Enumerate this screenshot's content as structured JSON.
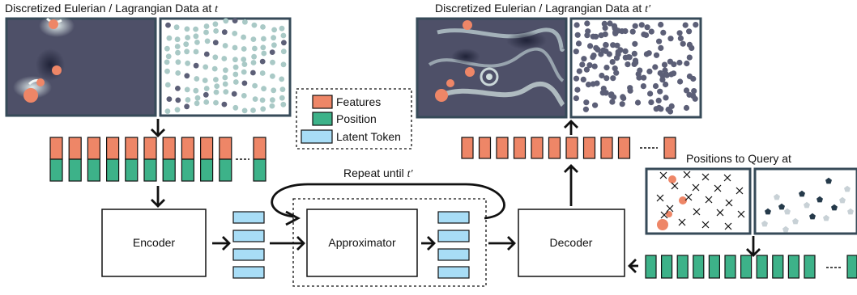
{
  "titles": {
    "left_prefix": "Discretized Eulerian / Lagrangian Data at ",
    "left_var": "t",
    "right_prefix": "Discretized Eulerian / Lagrangian Data at ",
    "right_var": "t′"
  },
  "legend": {
    "features": "Features",
    "position": "Position",
    "latent_token": "Latent Token"
  },
  "blocks": {
    "encoder": "Encoder",
    "approximator": "Approximator",
    "decoder": "Decoder"
  },
  "repeat": {
    "prefix": "Repeat until ",
    "var": "t′"
  },
  "query": {
    "label": "Positions to Query at"
  },
  "colors": {
    "features": "#EE8667",
    "position": "#3DB289",
    "latent": "#A8DDF6",
    "field_bg": "#4E5068",
    "frame": "#364A58",
    "particle_light": "#A9C9C6",
    "particle_dark": "#5C5F77",
    "query_dark": "#253A4A"
  },
  "icons": {
    "ellipsis": "dashed-ellipsis",
    "query_cross": "cross-mark-icon",
    "query_pentagon": "pentagon-marker-icon"
  }
}
